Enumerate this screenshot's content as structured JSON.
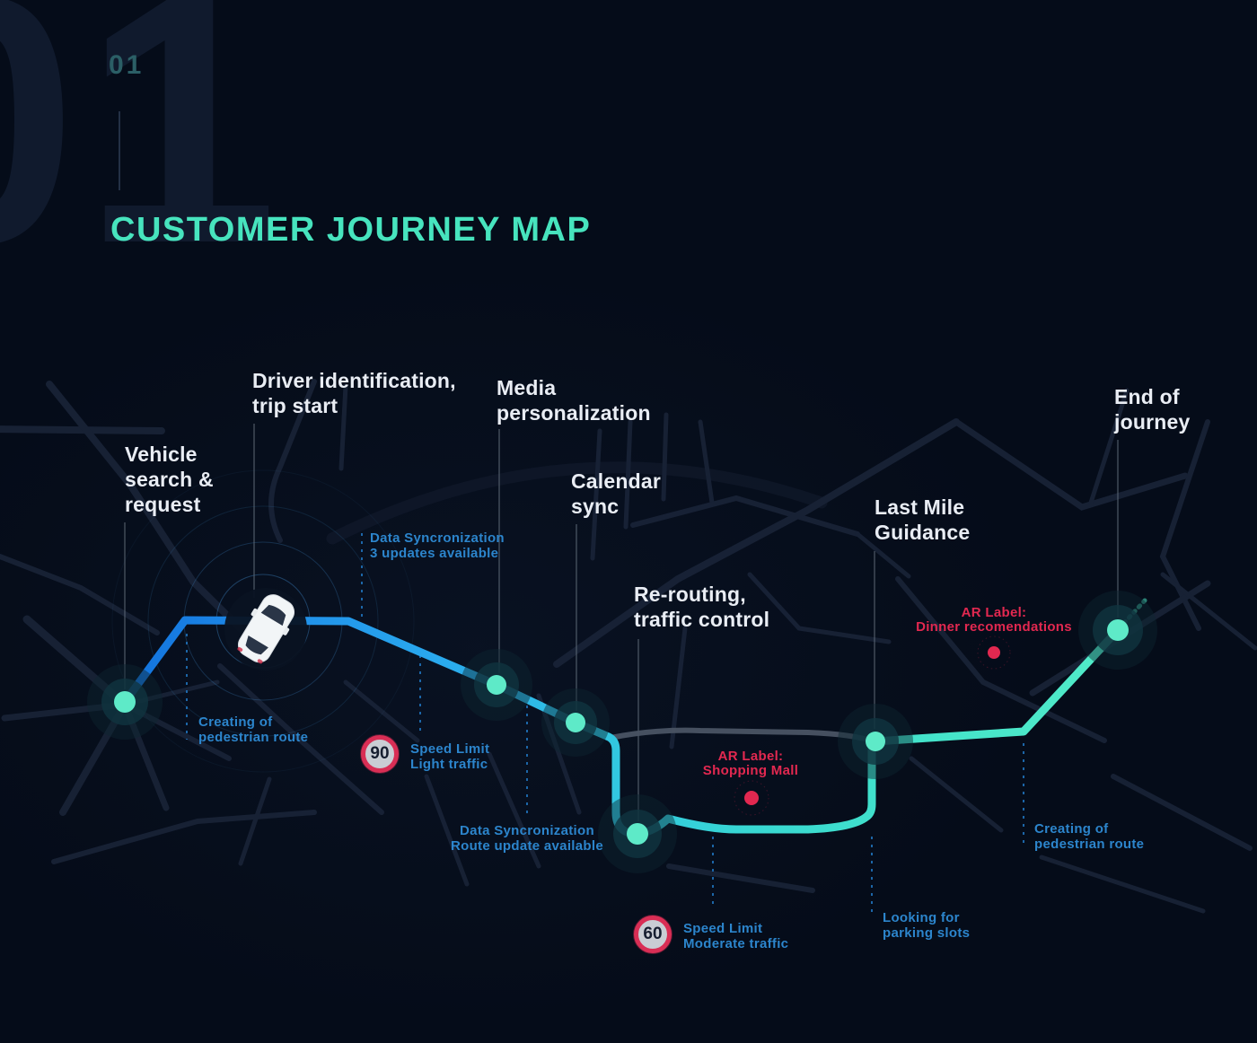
{
  "header": {
    "index_small": "01",
    "index_watermark": "01",
    "title": "CUSTOMER JOURNEY MAP"
  },
  "stages": [
    {
      "id": "vehicle-search",
      "label": "Vehicle\nsearch &\nrequest"
    },
    {
      "id": "driver-identification",
      "label": "Driver identification,\ntrip start"
    },
    {
      "id": "media-personalization",
      "label": "Media\npersonalization"
    },
    {
      "id": "calendar-sync",
      "label": "Calendar\nsync"
    },
    {
      "id": "re-routing",
      "label": "Re-routing,\ntraffic control"
    },
    {
      "id": "last-mile-guidance",
      "label": "Last Mile\nGuidance"
    },
    {
      "id": "end-of-journey",
      "label": "End of\njourney"
    }
  ],
  "notes": [
    {
      "id": "data-sync-updates",
      "text": "Data Syncronization\n3 updates available"
    },
    {
      "id": "pedestrian-route-start",
      "text": "Creating of\npedestrian route"
    },
    {
      "id": "speed-limit-90",
      "text": "Speed Limit\nLight traffic"
    },
    {
      "id": "data-sync-route",
      "text": "Data Syncronization\nRoute update available"
    },
    {
      "id": "speed-limit-60",
      "text": "Speed Limit\nModerate traffic"
    },
    {
      "id": "parking-slots",
      "text": "Looking for\nparking slots"
    },
    {
      "id": "pedestrian-route-end",
      "text": "Creating of\npedestrian route"
    }
  ],
  "ar_labels": [
    {
      "id": "shopping-mall",
      "text": "AR Label:\nShopping Mall"
    },
    {
      "id": "dinner-recomendations",
      "text": "AR Label:\nDinner recomendations"
    }
  ],
  "speed_badges": [
    {
      "value": "90"
    },
    {
      "value": "60"
    }
  ],
  "colors": {
    "background": "#050c19",
    "street": "#1a2438",
    "route_start_blue": "#1272dd",
    "route_end_mint": "#52ecc8",
    "alt_route_gray": "#4a5464",
    "node_fill": "#5eeac8",
    "title_teal": "#47e4be",
    "stage_label_white": "#e9edf4",
    "note_blue": "#2c85cc",
    "ar_red": "#e22850",
    "badge_ring": "#d92e55",
    "badge_face": "#c9cdd4"
  }
}
